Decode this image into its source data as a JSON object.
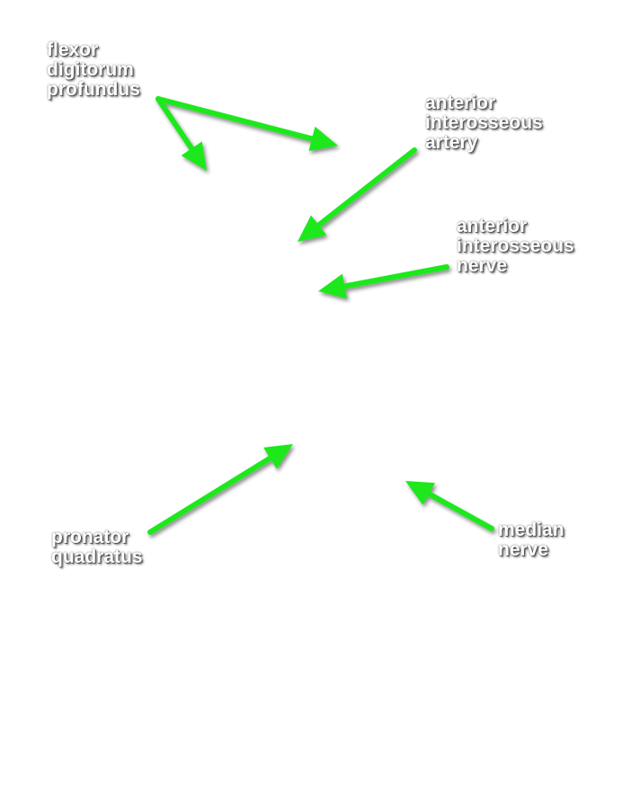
{
  "labels": {
    "flexor_digitorum_profundus": [
      "flexor",
      "digitorum",
      "profundus"
    ],
    "anterior_interosseous_artery": [
      "anterior",
      "interosseous",
      "artery"
    ],
    "anterior_interosseous_nerve": [
      "anterior",
      "interosseous",
      "nerve"
    ],
    "pronator_quadratus": [
      "pronator",
      "quadratus"
    ],
    "median_nerve": [
      "median",
      "nerve"
    ]
  },
  "colors": {
    "arrow": "#1ee81e",
    "label_text": "#ffffff",
    "label_shadow": "#555555",
    "background": "#ffffff"
  }
}
